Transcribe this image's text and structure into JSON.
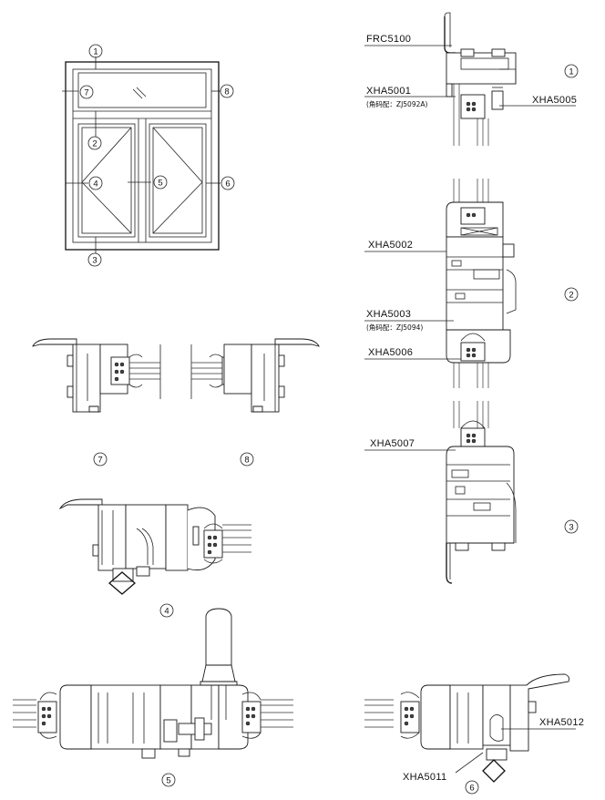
{
  "elevation": {
    "callouts": [
      "1",
      "2",
      "3",
      "4",
      "5",
      "6",
      "7",
      "8"
    ]
  },
  "section_labels": {
    "s7": "7",
    "s8": "8",
    "s4": "4",
    "s5": "5",
    "s6": "6",
    "v1": "1",
    "v2": "2",
    "v3": "3"
  },
  "profile_labels": {
    "frc5100": "FRC5100",
    "xha5001": "XHA5001",
    "xha5001_note": "(角码配：ZJ5092A)",
    "xha5005": "XHA5005",
    "xha5002": "XHA5002",
    "xha5003": "XHA5003",
    "xha5003_note": "(角码配：ZJ5094)",
    "xha5006": "XHA5006",
    "xha5007": "XHA5007",
    "xha5012": "XHA5012",
    "xha5011": "XHA5011"
  }
}
